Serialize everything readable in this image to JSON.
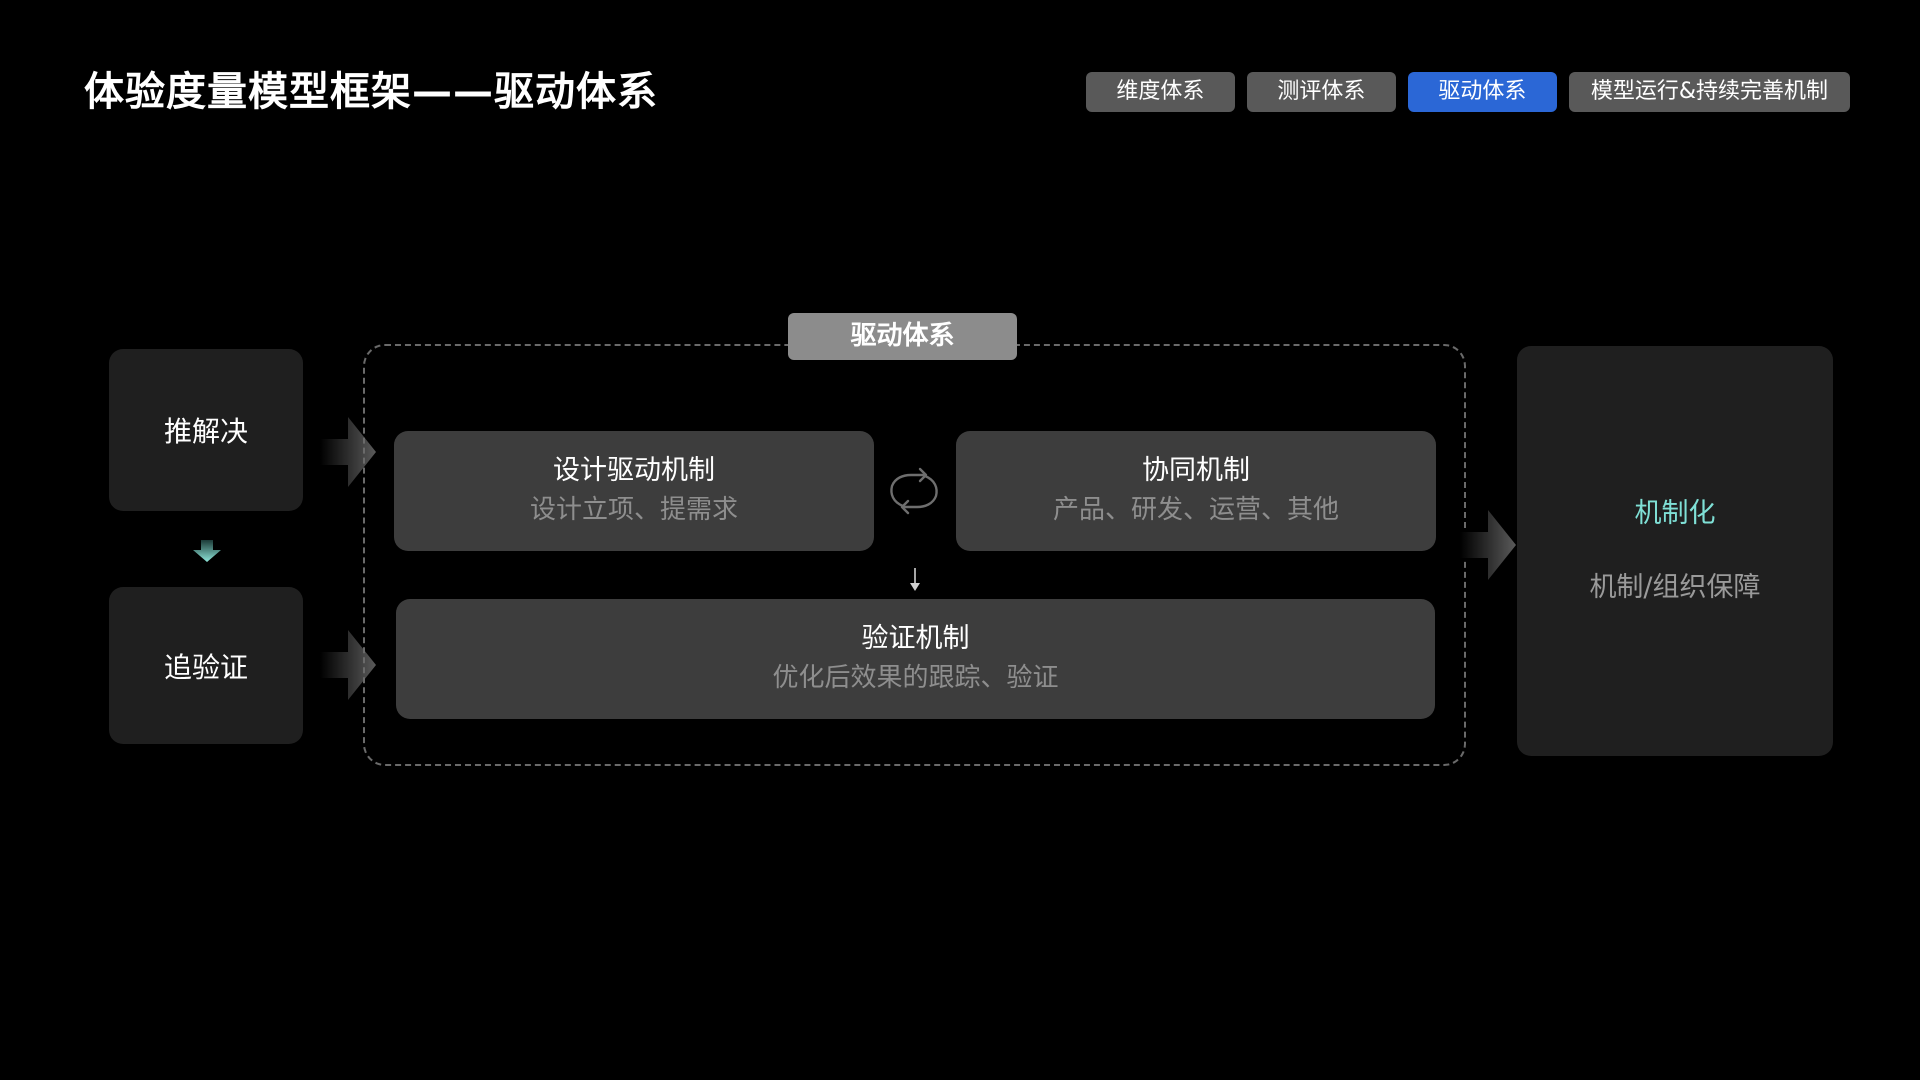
{
  "header": {
    "title": "体验度量模型框架——驱动体系"
  },
  "nav": {
    "tabs": [
      {
        "label": "维度体系",
        "active": false
      },
      {
        "label": "测评体系",
        "active": false
      },
      {
        "label": "驱动体系",
        "active": true
      },
      {
        "label": "模型运行&持续完善机制",
        "active": false
      }
    ],
    "active_color": "#2b67d6",
    "inactive_color": "#595959"
  },
  "diagram": {
    "left": {
      "push": "推解决",
      "track": "追验证"
    },
    "group": {
      "label": "驱动体系",
      "design": {
        "title": "设计驱动机制",
        "subtitle": "设计立项、提需求"
      },
      "collab": {
        "title": "协同机制",
        "subtitle": "产品、研发、运营、其他"
      },
      "verify": {
        "title": "验证机制",
        "subtitle": "优化后效果的跟踪、验证"
      }
    },
    "result": {
      "title": "机制化",
      "subtitle": "机制/组织保障",
      "title_color": "#7fe0d6"
    }
  }
}
